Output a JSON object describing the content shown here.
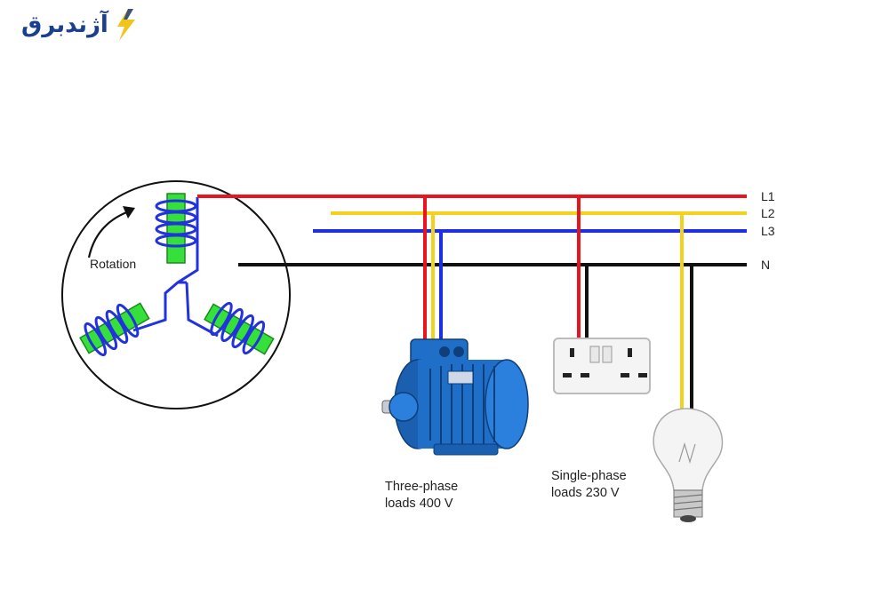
{
  "logo": {
    "text": "آژندبرق",
    "bolt_color": "#f0c419",
    "text_color": "#1b3f8f"
  },
  "generator": {
    "rotation_label": "Rotation"
  },
  "lines": {
    "l1": {
      "label": "L1",
      "color": "#e8141e"
    },
    "l2": {
      "label": "L2",
      "color": "#f2d21d"
    },
    "l3": {
      "label": "L3",
      "color": "#1d2ee0"
    },
    "n": {
      "label": "N",
      "color": "#111111"
    }
  },
  "loads": {
    "three_phase": {
      "line1": "Three-phase",
      "line2": "loads 400 V"
    },
    "single_phase": {
      "line1": "Single-phase",
      "line2": "loads 230 V"
    }
  },
  "colors": {
    "coil_core": "#36e03a",
    "coil_wire": "#2233dd",
    "motor": "#1f6fc9"
  }
}
